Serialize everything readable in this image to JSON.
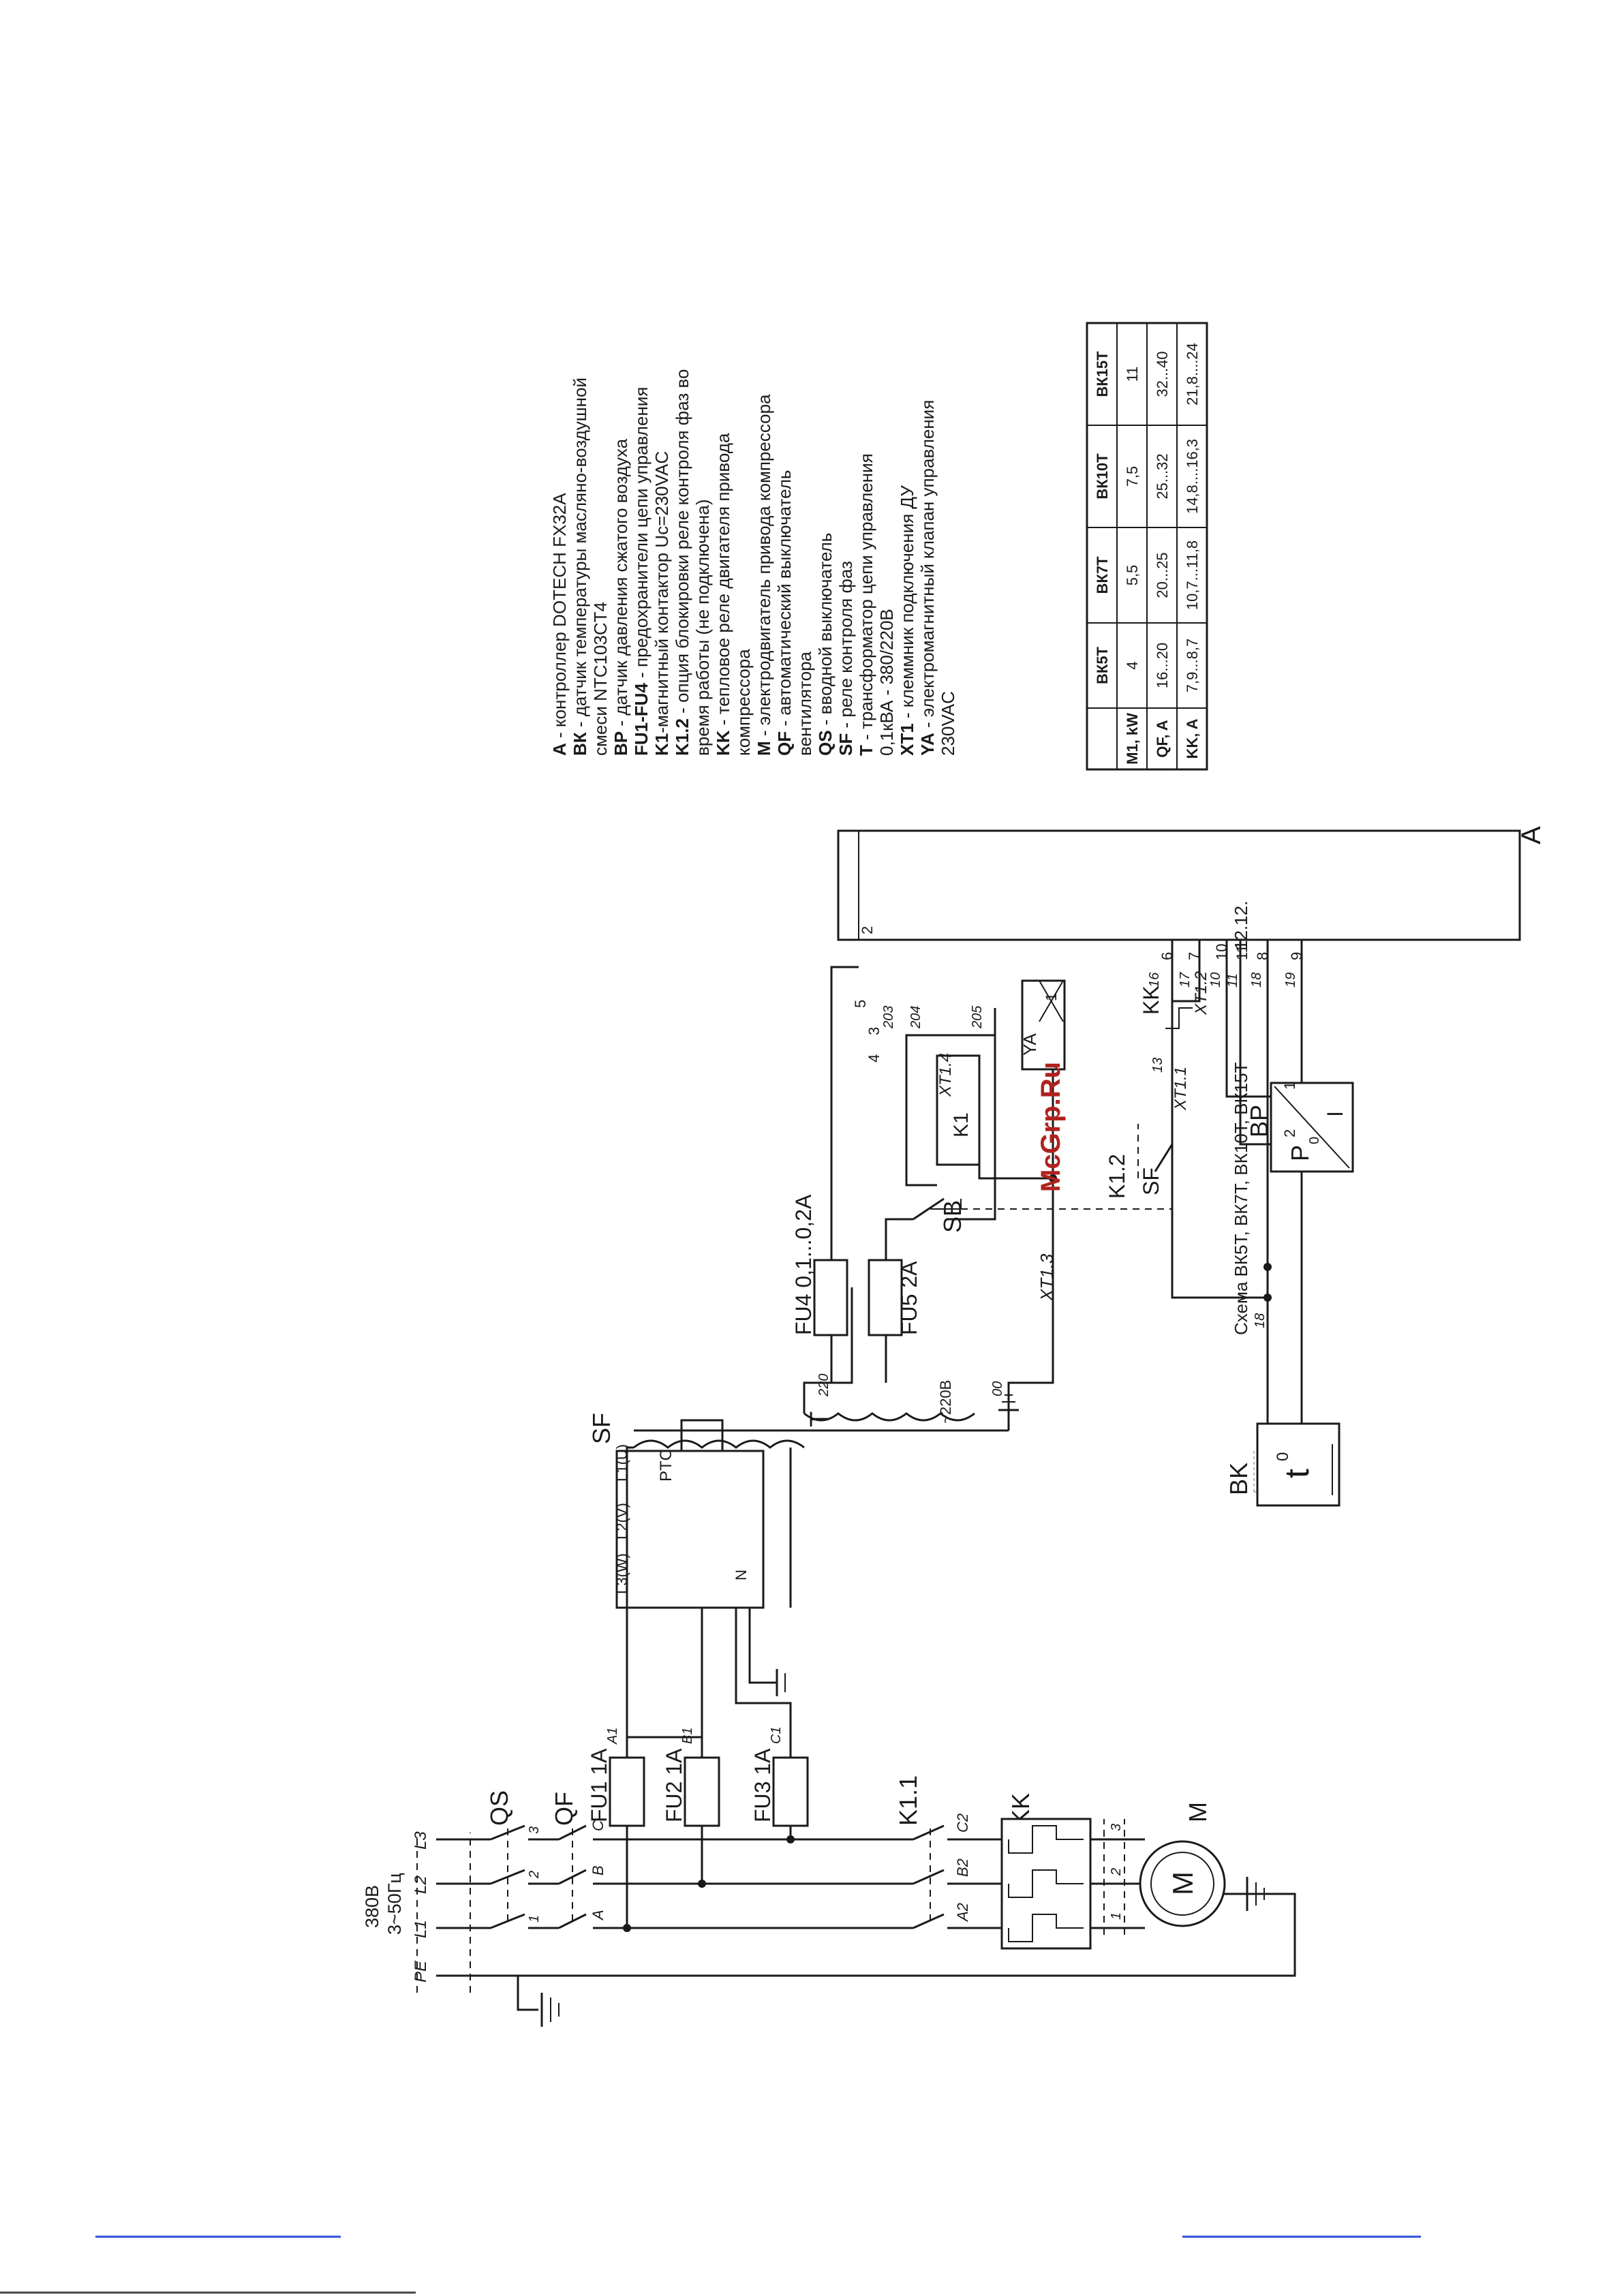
{
  "diagram": {
    "supply": {
      "voltage": "380В",
      "frequency": "3~50Гц",
      "lines": [
        "PE",
        "L1",
        "L2",
        "L3"
      ]
    },
    "components": {
      "QS": "QS",
      "QF": "QF",
      "K1_1": "K1.1",
      "KK": "KK",
      "M": "M",
      "FU1": "FU1 1A",
      "FU2": "FU2 1A",
      "FU3": "FU3 1A",
      "SF": "SF",
      "SF_terms": [
        "L1(U)",
        "L2(V)",
        "L3(W)",
        "N"
      ],
      "PTC": "PTC",
      "T": "T",
      "T_sec": "~220В",
      "FU4": "FU4 0,1...0,2A",
      "FU5": "FU5 2A",
      "SB": "SB",
      "A": "A",
      "K1": "K1",
      "YA": "YA",
      "K1_2": "K1.2",
      "BK": "BK",
      "BK_sym": "t",
      "BK_sup": "0",
      "BP": "BP",
      "BP_sym": "P",
      "BP_sub": "0",
      "BP_I": "I"
    },
    "phase_labels": [
      "A",
      "B",
      "C"
    ],
    "phase_out": [
      "A2",
      "B2",
      "C2"
    ],
    "fuse_out": [
      "A1",
      "B1",
      "C1"
    ],
    "switch_pins": [
      "1",
      "2",
      "3"
    ],
    "motor_pins": [
      "1",
      "2",
      "3"
    ],
    "bp_pins": [
      "1",
      "2"
    ],
    "wire_labels": [
      "220",
      "00",
      "205",
      "203",
      "204",
      "16",
      "17",
      "18",
      "19",
      "10",
      "11",
      "13",
      "18",
      "00"
    ],
    "xt_labels": [
      "XT1.3",
      "XT1.4",
      "XT1.1",
      "XT1.2"
    ],
    "controller_terminals": [
      "2",
      "5",
      "3",
      "4",
      "1",
      "6",
      "7",
      "8",
      "9",
      "10",
      "11"
    ],
    "caption": "Схема ВК5Т, ВК7Т, ВК10Т, ВК15Т",
    "date": "12.12.",
    "watermark": "McGrp.Ru"
  },
  "legend": [
    {
      "key": "A",
      "text": " - контроллер DOTECH FX32A"
    },
    {
      "key": "ВК",
      "text": " - датчик температуры масляно-воздушной"
    },
    {
      "key": "",
      "text": "смеси NTC103CT4"
    },
    {
      "key": "ВР",
      "text": " - датчик давления сжатого воздуха"
    },
    {
      "key": "FU1-FU4",
      "text": " - предохранители цепи управления"
    },
    {
      "key": "K1",
      "text": "-магнитный контактор Uc=230VAC"
    },
    {
      "key": "K1.2",
      "text": " - опция блокировки реле контроля фаз во"
    },
    {
      "key": "",
      "text": "время работы (не подключена)"
    },
    {
      "key": "KK",
      "text": " - тепловое реле двигателя привода"
    },
    {
      "key": "",
      "text": "компрессора"
    },
    {
      "key": "M",
      "text": " - электродвигатель привода компрессора"
    },
    {
      "key": "QF",
      "text": " - автоматический выключатель"
    },
    {
      "key": "",
      "text": "вентилятора"
    },
    {
      "key": "QS",
      "text": " - вводной выключатель"
    },
    {
      "key": "SF",
      "text": " - реле контроля фаз"
    },
    {
      "key": "T",
      "text": " - трансформатор цепи управления"
    },
    {
      "key": "",
      "text": "0,1кВА - 380/220В"
    },
    {
      "key": "XT1",
      "text": " - клеммник подключения ДУ"
    },
    {
      "key": "YA",
      "text": " - электромагнитный клапан управления"
    },
    {
      "key": "",
      "text": "230VAC"
    }
  ],
  "spec_table": {
    "headers": [
      "",
      "ВК5Т",
      "ВК7Т",
      "ВК10Т",
      "ВК15Т"
    ],
    "rows": [
      [
        "M1, kW",
        "4",
        "5,5",
        "7,5",
        "11"
      ],
      [
        "QF, A",
        "16...20",
        "20...25",
        "25...32",
        "32...40"
      ],
      [
        "KK, A",
        "7,9...8,7",
        "10,7...11,8",
        "14,8....16,3",
        "21,8....24"
      ]
    ]
  }
}
